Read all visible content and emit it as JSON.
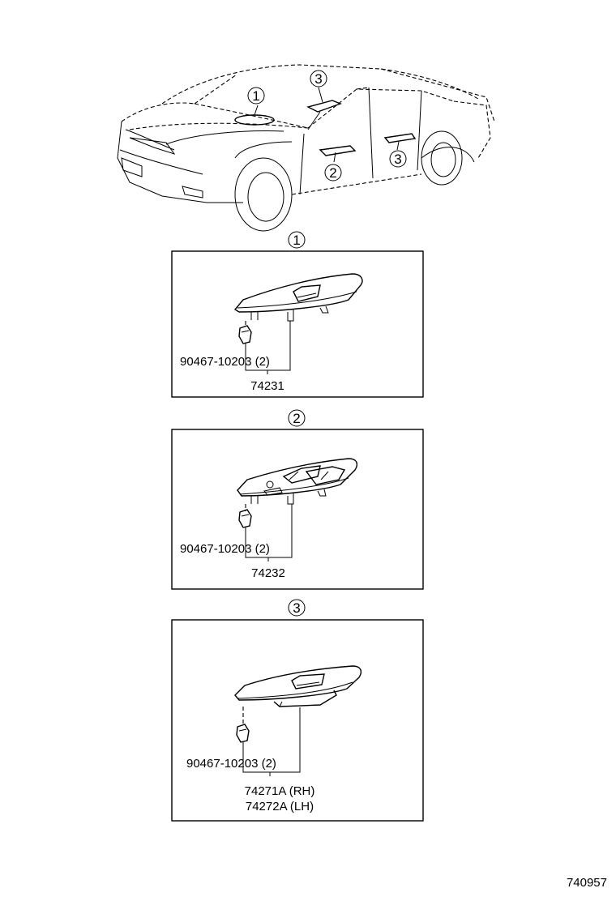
{
  "callouts": [
    "1",
    "2",
    "3"
  ],
  "car": {
    "callout_front_switch": "1",
    "callout_front_door": "3",
    "callout_driver_door": "2",
    "callout_rear_door": "3"
  },
  "panels": [
    {
      "callout": "1",
      "clip_part": "90467-10203 (2)",
      "assembly_part_lines": [
        "74231"
      ]
    },
    {
      "callout": "2",
      "clip_part": "90467-10203 (2)",
      "assembly_part_lines": [
        "74232"
      ]
    },
    {
      "callout": "3",
      "clip_part": "90467-10203 (2)",
      "assembly_part_lines": [
        "74271A (RH)",
        "74272A (LH)"
      ]
    }
  ],
  "figure_id": "740957"
}
